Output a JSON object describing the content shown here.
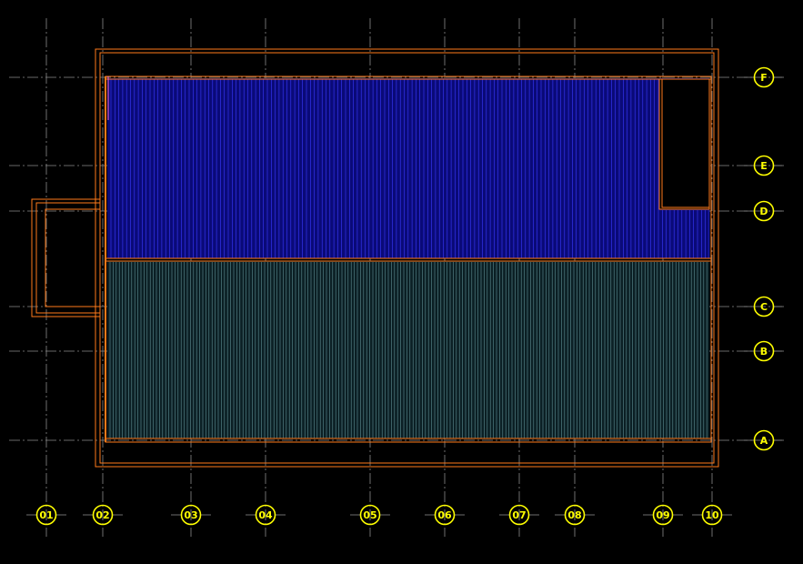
{
  "colors": {
    "background": "#000000",
    "grid_line": "#8a8a8a",
    "wall": "#ff7a1a",
    "hatch_upper_fill": "#0a0a78",
    "hatch_upper_line": "#3a3aff",
    "hatch_lower_fill": "#0b1f24",
    "hatch_lower_line": "#5f8f95",
    "bubble": "#ffff00"
  },
  "grid": {
    "vertical_labels": [
      "01",
      "02",
      "03",
      "04",
      "05",
      "06",
      "07",
      "08",
      "09",
      "10"
    ],
    "horizontal_labels": [
      "F",
      "E",
      "D",
      "C",
      "B",
      "A"
    ]
  },
  "zones": [
    {
      "name": "upper-roof-zone",
      "pattern": "blue-vertical-hatch"
    },
    {
      "name": "lower-roof-zone",
      "pattern": "teal-vertical-hatch"
    },
    {
      "name": "stair-opening",
      "pattern": "none"
    },
    {
      "name": "side-annex",
      "pattern": "none"
    }
  ]
}
